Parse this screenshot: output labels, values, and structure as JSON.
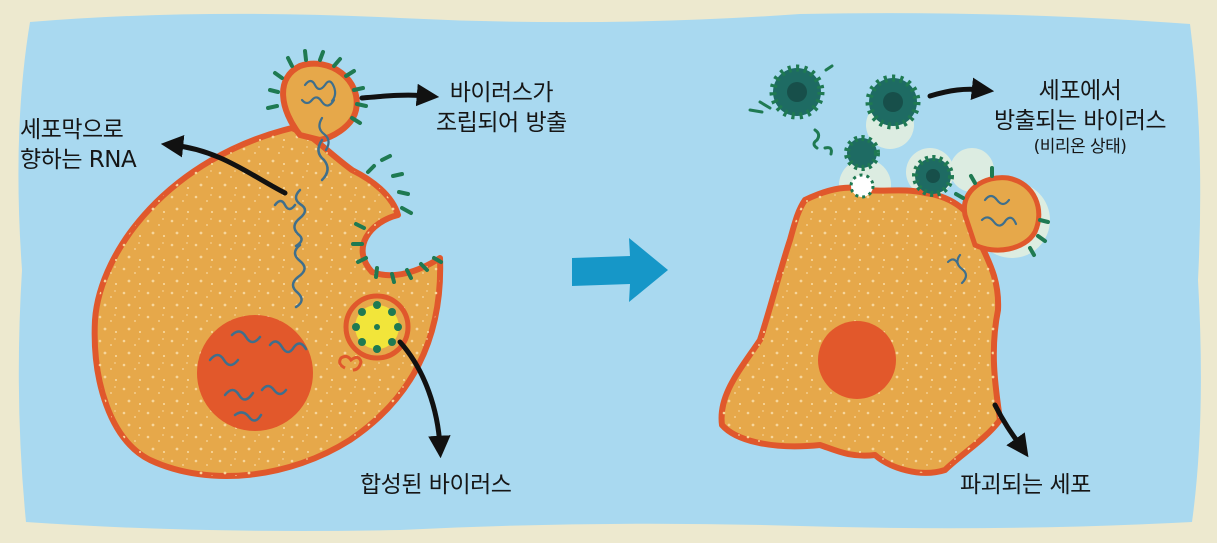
{
  "labels": {
    "rna_line1": "세포막으로",
    "rna_line2": "향하는 RNA",
    "assembly_line1": "바이러스가",
    "assembly_line2": "조립되어 방출",
    "synthesized": "합성된 바이러스",
    "release_line1": "세포에서",
    "release_line2": "방출되는 바이러스",
    "virion_state": "(비리온 상태)",
    "destroyed": "파괴되는 세포"
  },
  "colors": {
    "background": "#a9d9f0",
    "frame": "#ede9cf",
    "cell_fill": "#e6a84a",
    "cell_border": "#e0582c",
    "nucleus": "#e2582b",
    "virus_body": "#1e6b63",
    "spike": "#1f7a52",
    "arrow": "#1697c8",
    "rna": "#3f6f8c"
  }
}
